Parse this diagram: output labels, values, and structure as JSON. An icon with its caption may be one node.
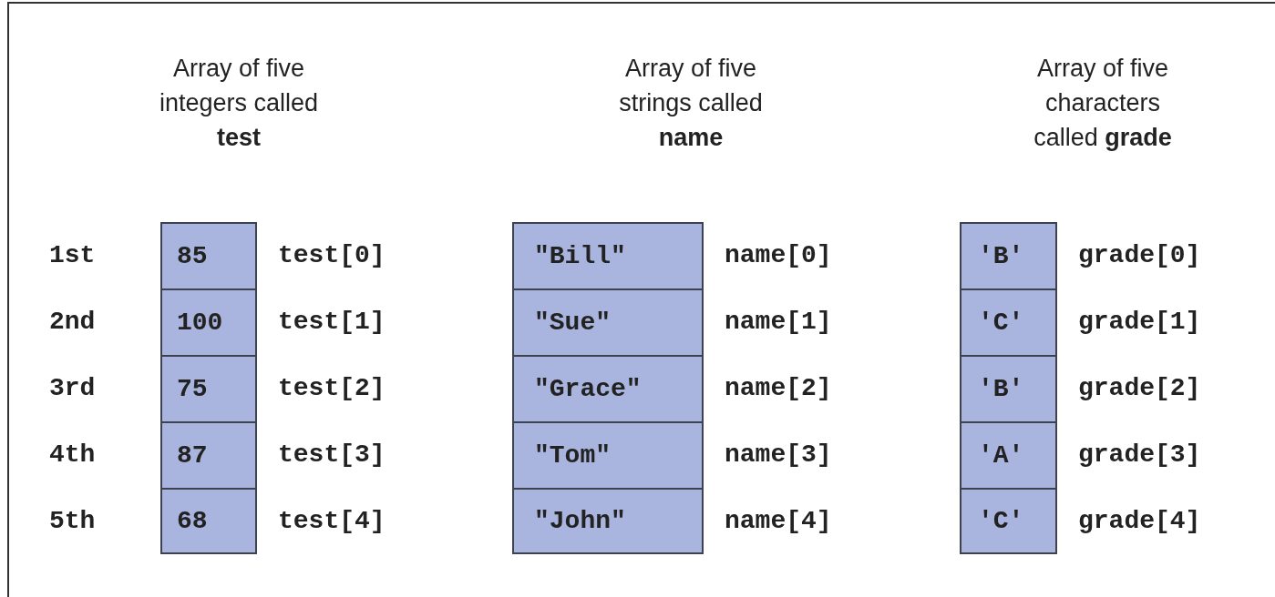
{
  "diagram": {
    "nodes": [
      {
        "text": [
          "85"
        ],
        "beside": [
          "test[0]"
        ]
      },
      {
        "text": [
          "\"Bill\""
        ],
        "beside": [
          "name[0]"
        ]
      },
      {
        "text": [
          "'B'"
        ],
        "beside": [
          "grade[0]"
        ]
      },
      {
        "text": [
          "100"
        ],
        "beside": [
          "test[1]"
        ]
      },
      {
        "text": [
          "\"Sue\""
        ],
        "beside": [
          "name[1]"
        ]
      },
      {
        "text": [
          "'C'"
        ],
        "beside": [
          "grade[1]"
        ]
      },
      {
        "text": [
          "75"
        ],
        "beside": [
          "test[2]"
        ]
      },
      {
        "text": [
          "\"Grace\""
        ],
        "beside": [
          "name[2]"
        ]
      },
      {
        "text": [
          "'B'"
        ],
        "beside": [
          "grade[2]"
        ]
      },
      {
        "text": [
          "87"
        ],
        "beside": [
          "test[3]"
        ]
      },
      {
        "text": [
          "\"Tom\""
        ],
        "beside": [
          "name[3]"
        ]
      },
      {
        "text": [
          "'A'"
        ],
        "beside": [
          "grade[3]"
        ]
      },
      {
        "text": [
          "68"
        ],
        "beside": [
          "test[4]"
        ]
      },
      {
        "text": [
          "\"John\""
        ],
        "beside": [
          "name[4]"
        ]
      },
      {
        "text": [
          "'C'"
        ],
        "beside": [
          "grade[4]"
        ]
      }
    ],
    "labels": [
      "Array of five integers called **test**",
      "Array of five strings called **name**",
      "Array of five characters called **grade**",
      "1st",
      "2nd",
      "3rd",
      "4th",
      "5th"
    ]
  }
}
